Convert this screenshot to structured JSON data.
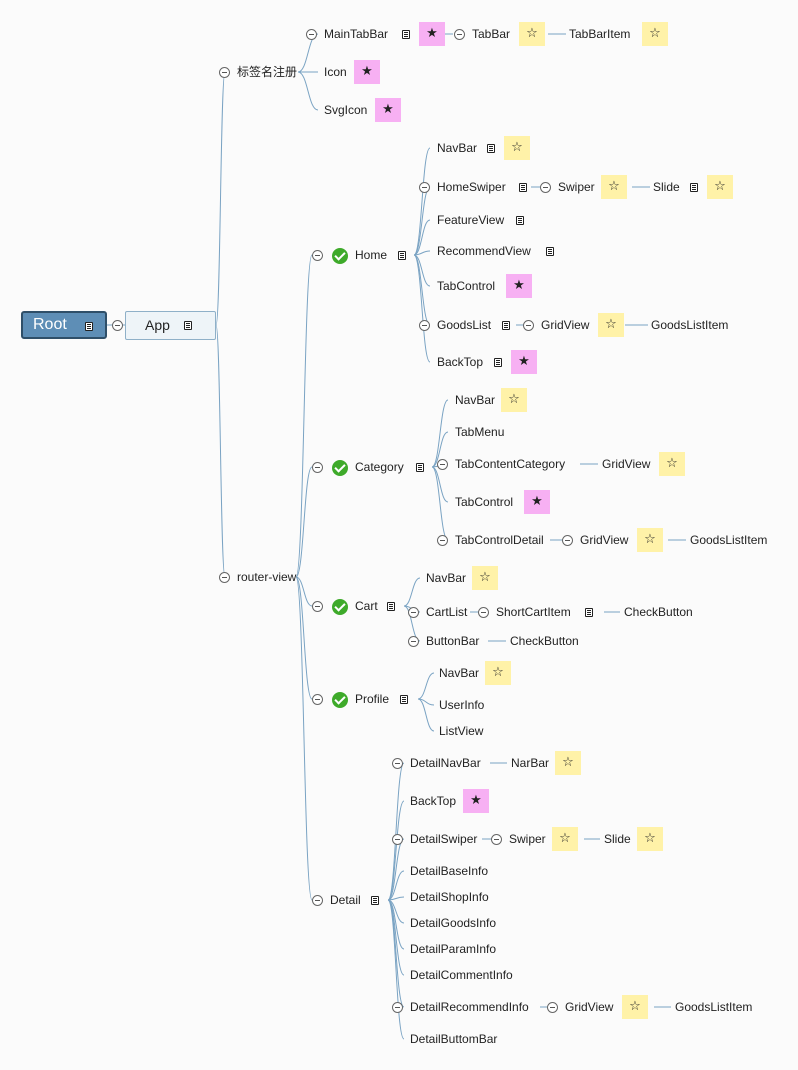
{
  "root": "Root",
  "app": "App",
  "nodes": {
    "tabreg": "标签名注册",
    "maintabbar": "MainTabBar",
    "tabbar": "TabBar",
    "tabbaritem": "TabBarItem",
    "icon": "Icon",
    "svgicon": "SvgIcon",
    "routerview": "router-view",
    "home": "Home",
    "home_navbar": "NavBar",
    "homeswiper": "HomeSwiper",
    "swiper": "Swiper",
    "slide": "Slide",
    "featureview": "FeatureView",
    "recommendview": "RecommendView",
    "home_tabcontrol": "TabControl",
    "goodslist": "GoodsList",
    "home_gridview": "GridView",
    "home_goodslistitem": "GoodsListItem",
    "home_backtop": "BackTop",
    "category": "Category",
    "cat_navbar": "NavBar",
    "tabmenu": "TabMenu",
    "tabcontentcategory": "TabContentCategory",
    "cat_gridview1": "GridView",
    "cat_tabcontrol": "TabControl",
    "tabcontroldetail": "TabControlDetail",
    "cat_gridview2": "GridView",
    "cat_goodslistitem": "GoodsListItem",
    "cart": "Cart",
    "cart_navbar": "NavBar",
    "cartlist": "CartList",
    "shortcartitem": "ShortCartItem",
    "checkbutton1": "CheckButton",
    "buttonbar": "ButtonBar",
    "checkbutton2": "CheckButton",
    "profile": "Profile",
    "prof_navbar": "NavBar",
    "userinfo": "UserInfo",
    "listview": "ListView",
    "detail": "Detail",
    "detailnavbar": "DetailNavBar",
    "narbar": "NarBar",
    "det_backtop": "BackTop",
    "detailswiper": "DetailSwiper",
    "det_swiper": "Swiper",
    "det_slide": "Slide",
    "detailbaseinfo": "DetailBaseInfo",
    "detailshopinfo": "DetailShopInfo",
    "detailgoodsinfo": "DetailGoodsInfo",
    "detailparaminfo": "DetailParamInfo",
    "detailcommentinfo": "DetailCommentInfo",
    "detailrecommendinfo": "DetailRecommendInfo",
    "det_gridview": "GridView",
    "det_goodslistitem": "GoodsListItem",
    "detailbuttombar": "DetailButtomBar"
  },
  "markers": {
    "star_filled": "★",
    "star_outline": "☆"
  },
  "colors": {
    "root_fill": "#5e8eb6",
    "app_fill": "#eef4f8",
    "connector": "#7aa3c3",
    "filled_star_bg": "#f7b0f3",
    "outline_star_bg": "#fff2a8",
    "check_green": "#3eaa2a"
  }
}
